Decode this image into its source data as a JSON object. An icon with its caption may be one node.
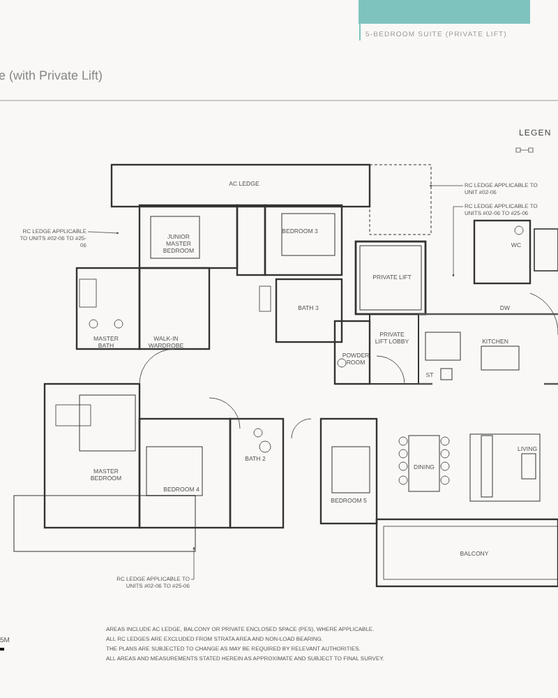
{
  "diagram": {
    "title": "e (with Private Lift)",
    "nodes": [
      {
        "text": [
          "RC LEDGE APPLICABLE TO UNITS #02-06 TO #25-06"
        ]
      },
      {
        "text": [
          "RC LEDGE APPLICABLE TO UNIT #02-06"
        ]
      },
      {
        "text": [
          "RC LEDGE APPLICABLE TO UNITS #02-06 TO #25-06"
        ]
      },
      {
        "text": [
          "RC LEDGE APPLICABLE TO UNITS #02-06 TO #25-06"
        ]
      }
    ],
    "edges": [
      {
        "from": 0,
        "to": null,
        "arrow": "to"
      },
      {
        "from": 1,
        "to": null,
        "arrow": "to"
      },
      {
        "from": 2,
        "to": null,
        "arrow": "to"
      },
      {
        "from": 3,
        "to": null,
        "arrow": "to"
      }
    ],
    "labels": [
      "5-BEDROOM SUITE (PRIVATE LIFT)",
      "LEGEN",
      "AC LEDGE",
      "JUNIOR MASTER BEDROOM",
      "BEDROOM 3",
      "PRIVATE LIFT",
      "WC",
      "MASTER BATH",
      "WALK-IN WARDROBE",
      "BATH 3",
      "DW",
      "POWDER ROOM",
      "PRIVATE LIFT LOBBY",
      "ST",
      "KITCHEN",
      "BATH 2",
      "MASTER BEDROOM",
      "BEDROOM 4",
      "BEDROOM 5",
      "DINING",
      "LIVING",
      "BALCONY",
      "5M",
      "AREAS INCLUDE AC LEDGE, BALCONY OR PRIVATE ENCLOSED SPACE (PES), WHERE APPLICABLE.",
      "ALL RC LEDGES ARE EXCLUDED FROM STRATA AREA AND NON-LOAD BEARING.",
      "THE PLANS ARE SUBJECTED TO CHANGE AS MAY BE REQUIRED BY RELEVANT AUTHORITIES.",
      "ALL AREAS AND MEASUREMENTS STATED HEREIN AS APPROXIMATE AND SUBJECT TO FINAL SURVEY."
    ]
  }
}
